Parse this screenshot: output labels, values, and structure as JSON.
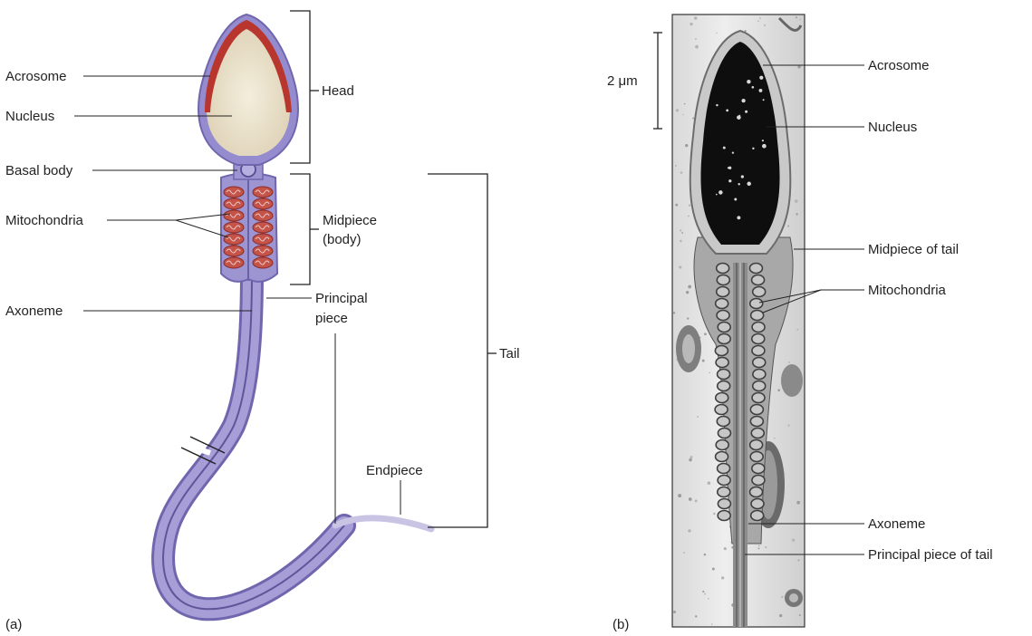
{
  "panel_a": {
    "panel_label": "(a)",
    "labels": {
      "acrosome": "Acrosome",
      "nucleus": "Nucleus",
      "basal_body": "Basal body",
      "mitochondria": "Mitochondria",
      "axoneme": "Axoneme",
      "head": "Head",
      "midpiece_line1": "Midpiece",
      "midpiece_line2": "(body)",
      "principal_line1": "Principal",
      "principal_line2": "piece",
      "tail": "Tail",
      "endpiece": "Endpiece"
    },
    "colors": {
      "membrane": "#8f86c4",
      "tail": "#9a90cf",
      "acrosome": "#b8362e",
      "nucleus": "#ece4d0",
      "mitochondria": "#c4544a"
    }
  },
  "panel_b": {
    "panel_label": "(b)",
    "scale_bar": "2 μm",
    "labels": {
      "acrosome": "Acrosome",
      "nucleus": "Nucleus",
      "midpiece": "Midpiece of tail",
      "mitochondria": "Mitochondria",
      "axoneme": "Axoneme",
      "principal": "Principal piece of tail"
    }
  }
}
